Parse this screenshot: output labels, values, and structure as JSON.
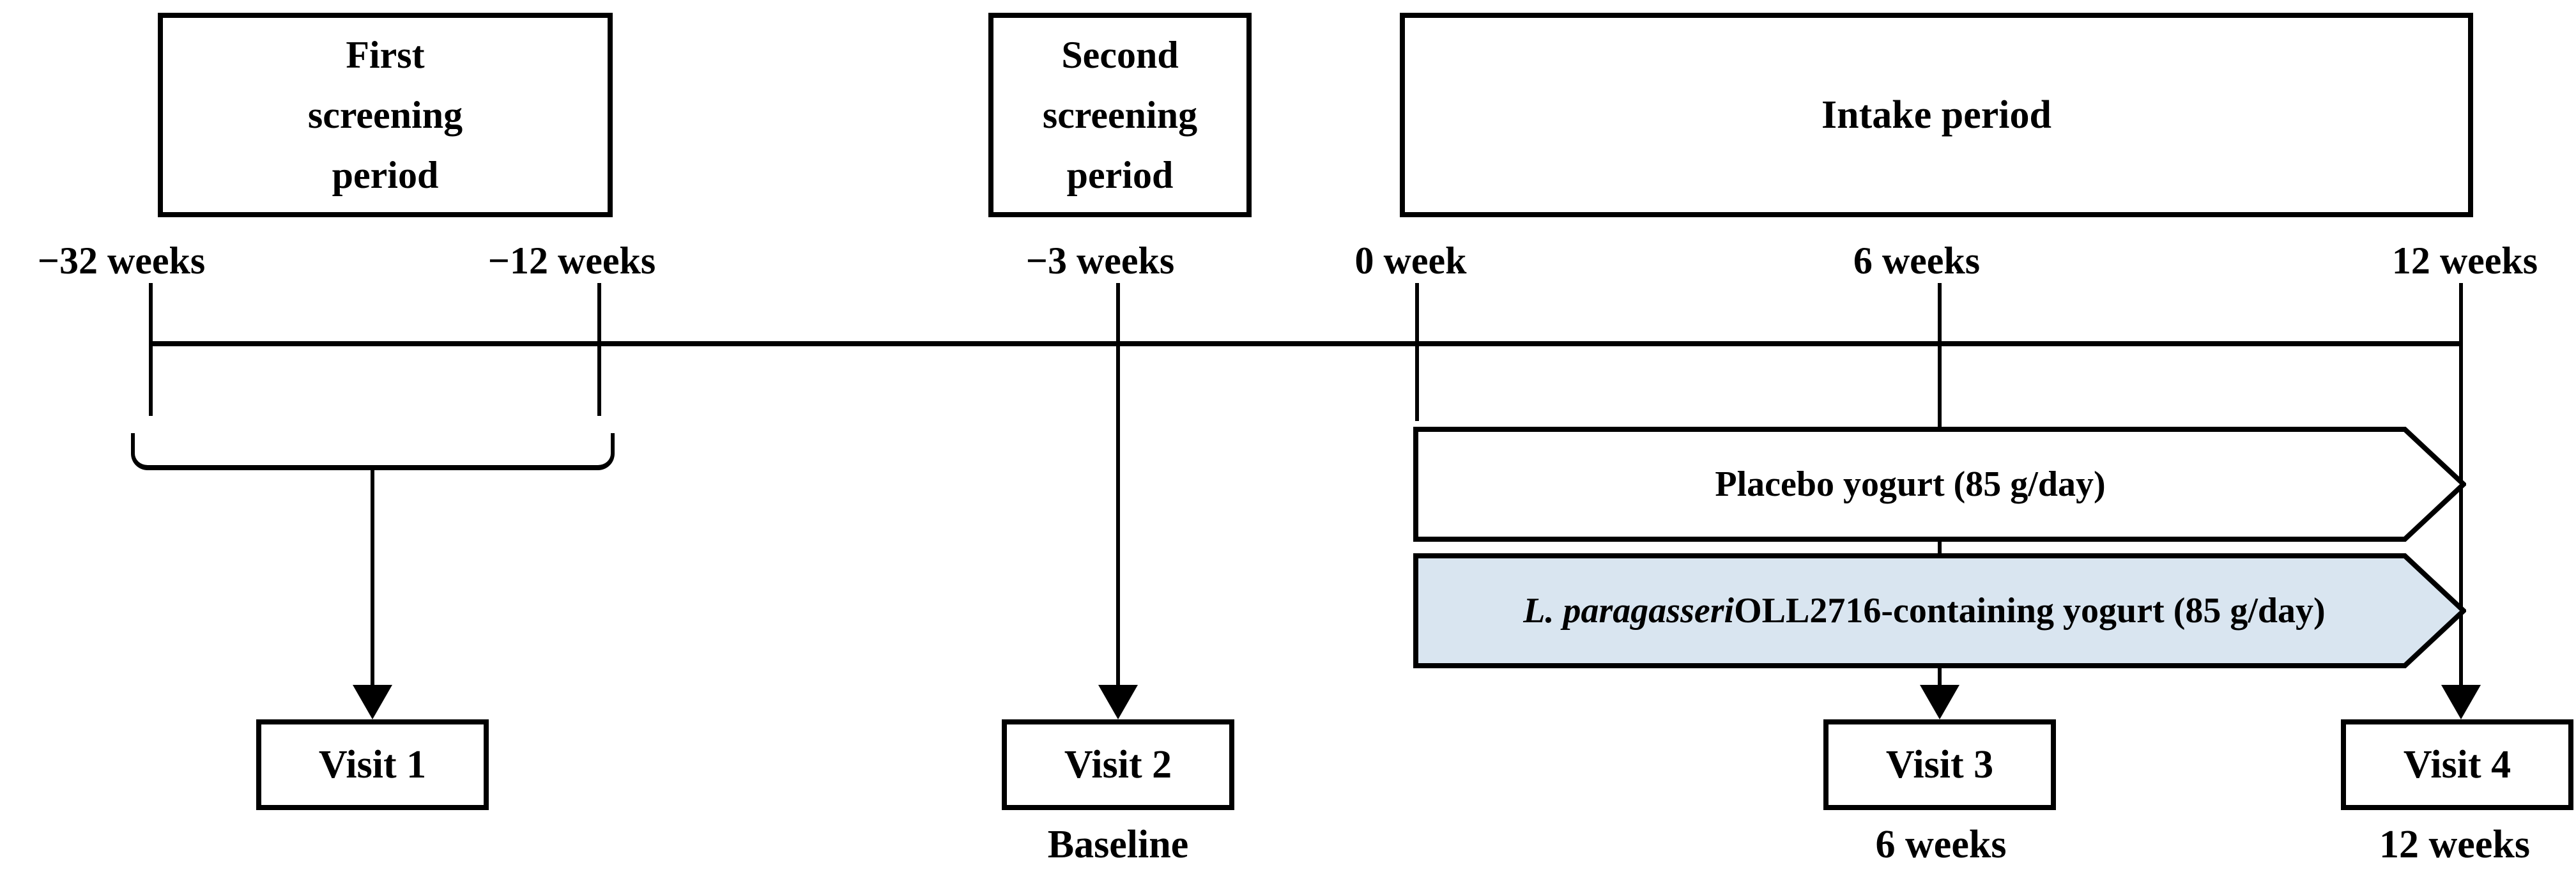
{
  "colors": {
    "line": "#000000",
    "white_fill": "#ffffff",
    "blue_fill": "#d9e5f0"
  },
  "period_boxes": [
    {
      "name": "First screening period",
      "lines": [
        "First",
        "screening",
        "period"
      ]
    },
    {
      "name": "Second screening period",
      "lines": [
        "Second",
        "screening",
        "period"
      ]
    },
    {
      "name": "Intake period",
      "lines": [
        "Intake period"
      ]
    }
  ],
  "timeline": {
    "labels": [
      {
        "text": "−32 weeks"
      },
      {
        "text": "−12 weeks"
      },
      {
        "text": "−3 weeks"
      },
      {
        "text": "0 week"
      },
      {
        "text": "6 weeks"
      },
      {
        "text": "12 weeks"
      }
    ]
  },
  "arrows": [
    {
      "text": "Placebo yogurt (85 g/day)"
    },
    {
      "text_italic": "L. paragasseri",
      "text_rest": " OLL2716-containing yogurt (85 g/day)"
    }
  ],
  "visits": [
    {
      "name": "Visit 1",
      "sublabel": ""
    },
    {
      "name": "Visit 2",
      "sublabel": "Baseline"
    },
    {
      "name": "Visit 3",
      "sublabel": "6 weeks"
    },
    {
      "name": "Visit 4",
      "sublabel": "12 weeks"
    }
  ]
}
